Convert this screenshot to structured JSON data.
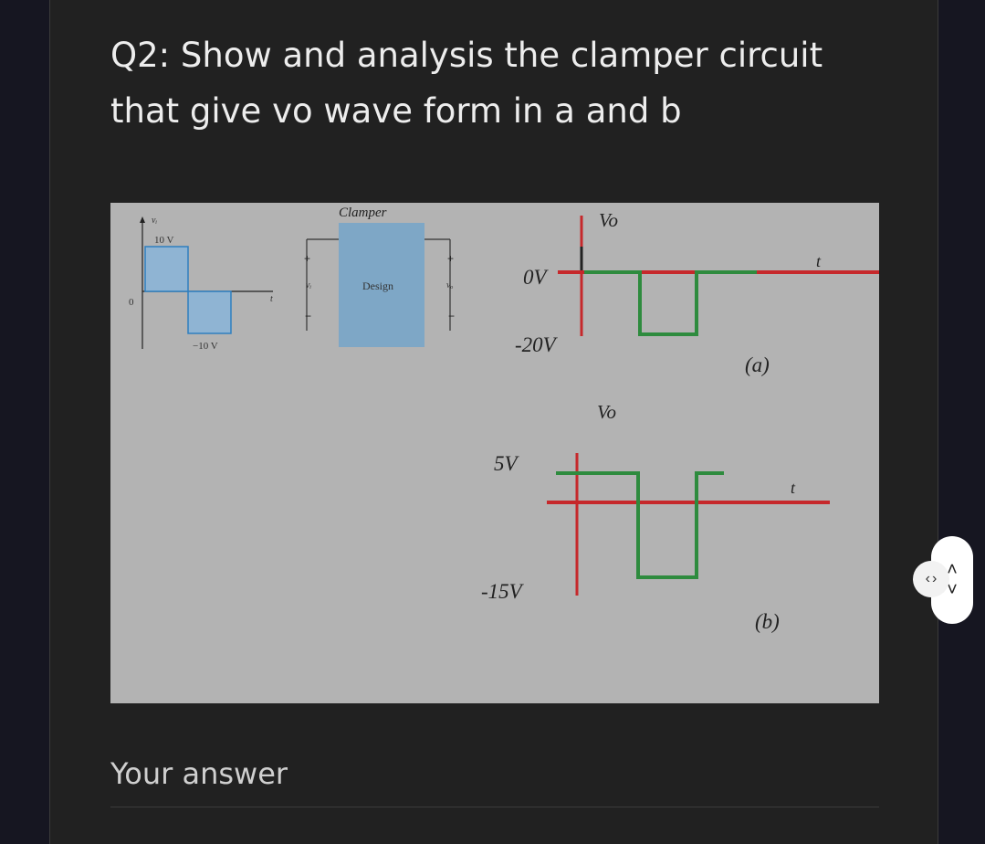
{
  "question": {
    "line1": "Q2: Show and analysis the clamper circuit",
    "line2": "that give vo wave form in a and b"
  },
  "figure": {
    "input": {
      "axis_label": "vᵢ",
      "pos_level": "10 V",
      "neg_level": "−10 V",
      "origin": "0",
      "t_label": "t"
    },
    "clamper": {
      "title": "Clamper",
      "block_text": "Design",
      "in_label": "vᵢ",
      "out_label": "vₒ",
      "plus": "+",
      "minus": "−"
    },
    "a": {
      "vo_label": "Vo",
      "zero_label": "0V",
      "neg_label": "-20V",
      "t_label": "t",
      "caption": "(a)"
    },
    "b": {
      "vo_label": "Vo",
      "pos_label": "5V",
      "neg_label": "-15V",
      "t_label": "t",
      "caption": "(b)"
    }
  },
  "answer": {
    "label": "Your answer"
  },
  "controls": {
    "up": "‹",
    "down": "›",
    "chevron_up": "˄",
    "chevron_down": "˅"
  },
  "colors": {
    "page_bg": "#161621",
    "card_bg": "#212121",
    "figure_bg": "#b3b3b3",
    "axis_red": "#c6282b",
    "wave_green": "#2e8b3e",
    "input_blue": "#6fa3cc"
  }
}
